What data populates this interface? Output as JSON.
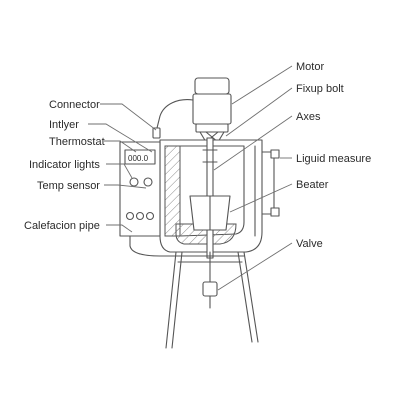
{
  "labels_left": {
    "connector": "Connector",
    "intlyer": "Intlyer",
    "thermostat": "Thermostat",
    "indicator_lights": "Indicator lights",
    "temp_sensor": "Temp sensor",
    "calefacion_pipe": "Calefacion pipe"
  },
  "labels_right": {
    "motor": "Motor",
    "fixup_bolt": "Fixup bolt",
    "axes": "Axes",
    "liquid_measure": "Liguid measure",
    "beater": "Beater",
    "valve": "Valve"
  },
  "thermostat_display": "000.0",
  "colors": {
    "line": "#555555",
    "leader": "#6f6f6f",
    "text": "#2b2b2b",
    "background": "#ffffff"
  }
}
